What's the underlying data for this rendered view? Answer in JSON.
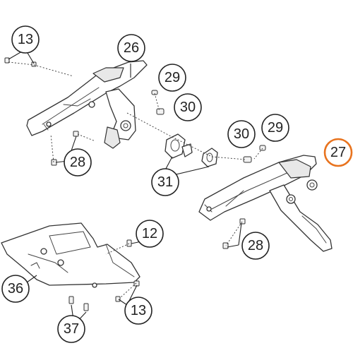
{
  "highlight_color": "#e8731e",
  "line_color": "#222222",
  "callouts": [
    {
      "id": "c13a",
      "label": "13"
    },
    {
      "id": "c26",
      "label": "26"
    },
    {
      "id": "c29a",
      "label": "29"
    },
    {
      "id": "c30a",
      "label": "30"
    },
    {
      "id": "c28a",
      "label": "28"
    },
    {
      "id": "c30b",
      "label": "30"
    },
    {
      "id": "c29b",
      "label": "29"
    },
    {
      "id": "c27",
      "label": "27",
      "highlighted": true
    },
    {
      "id": "c31",
      "label": "31"
    },
    {
      "id": "c28b",
      "label": "28"
    },
    {
      "id": "c12",
      "label": "12"
    },
    {
      "id": "c36",
      "label": "36"
    },
    {
      "id": "c13b",
      "label": "13"
    },
    {
      "id": "c37",
      "label": "37"
    }
  ]
}
